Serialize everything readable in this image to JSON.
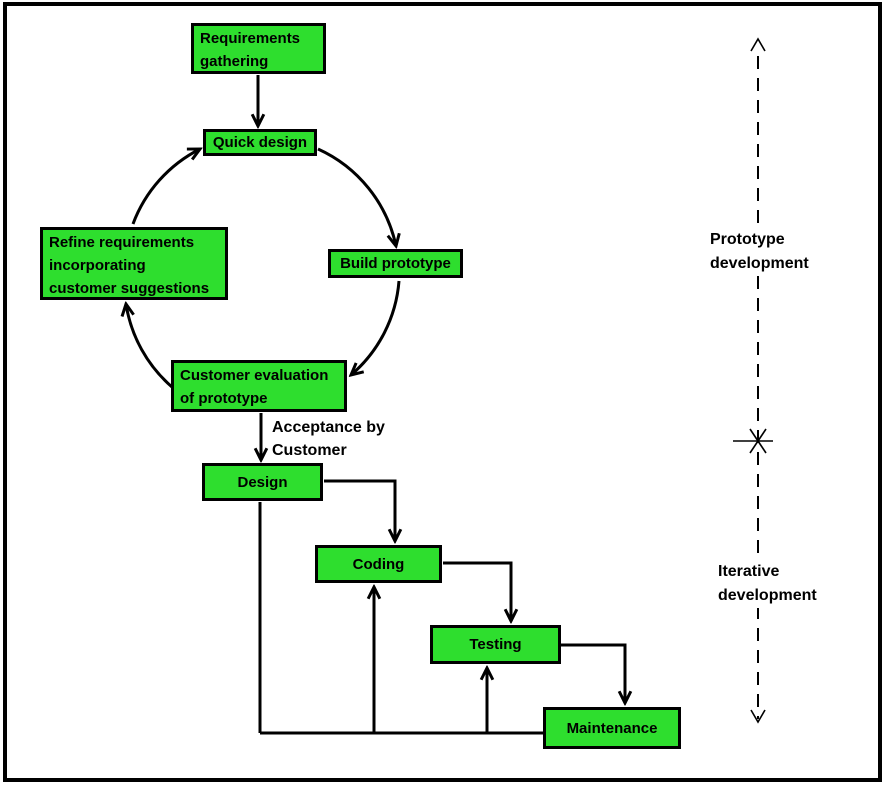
{
  "nodes": {
    "requirements_gathering": {
      "label": "Requirements\ngathering"
    },
    "quick_design": {
      "label": "Quick design"
    },
    "build_prototype": {
      "label": "Build prototype"
    },
    "refine_requirements": {
      "label": "Refine requirements\nincorporating\ncustomer suggestions"
    },
    "customer_evaluation": {
      "label": "Customer evaluation\nof prototype"
    },
    "design": {
      "label": "Design"
    },
    "coding": {
      "label": "Coding"
    },
    "testing": {
      "label": "Testing"
    },
    "maintenance": {
      "label": "Maintenance"
    }
  },
  "labels": {
    "acceptance": "Acceptance by\nCustomer",
    "prototype_phase": "Prototype\ndevelopment",
    "iterative_phase": "Iterative\ndevelopment"
  },
  "colors": {
    "node_fill": "#2EDE2E",
    "node_border": "#000000",
    "line": "#000000",
    "background": "#FFFFFF"
  }
}
